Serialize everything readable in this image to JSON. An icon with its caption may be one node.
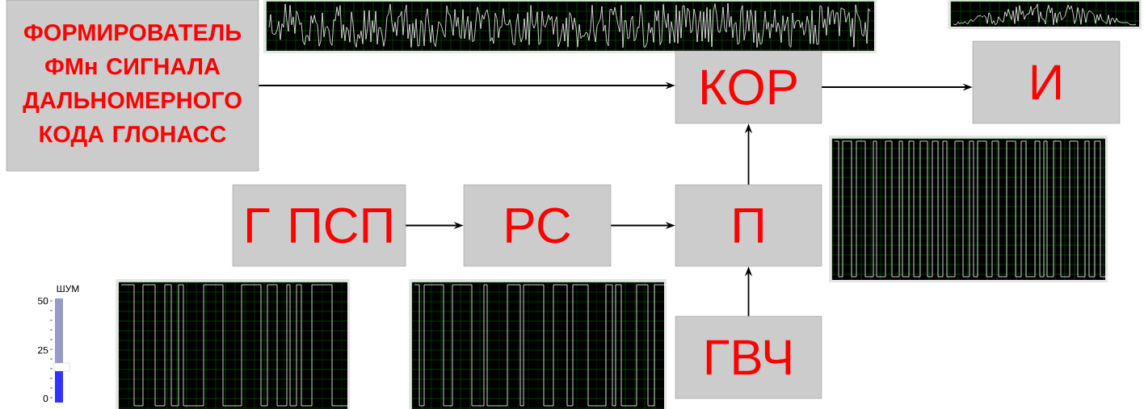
{
  "diagram": {
    "nodes": [
      {
        "text": [
          "ФОРМИРОВАТЕЛЬ ФМн СИГНАЛА ДАЛЬНОМЕРНОГО КОДА ГЛОНАСС"
        ]
      },
      {
        "text": [
          "КОР"
        ]
      },
      {
        "text": [
          "И"
        ]
      },
      {
        "text": [
          "Г ПСП"
        ]
      },
      {
        "text": [
          "РС"
        ]
      },
      {
        "text": [
          "П"
        ]
      },
      {
        "text": [
          "ГВЧ"
        ]
      }
    ],
    "edges": [
      {
        "from": 0,
        "to": 1,
        "arrow": "to"
      },
      {
        "from": 1,
        "to": 2,
        "arrow": "to"
      },
      {
        "from": 3,
        "to": 4,
        "arrow": "to"
      },
      {
        "from": 4,
        "to": 5,
        "arrow": "to"
      },
      {
        "from": 5,
        "to": 1,
        "arrow": "to"
      },
      {
        "from": 6,
        "to": 5,
        "arrow": "to"
      }
    ],
    "labels": [
      "ШУМ",
      "50",
      "25",
      "0"
    ]
  }
}
